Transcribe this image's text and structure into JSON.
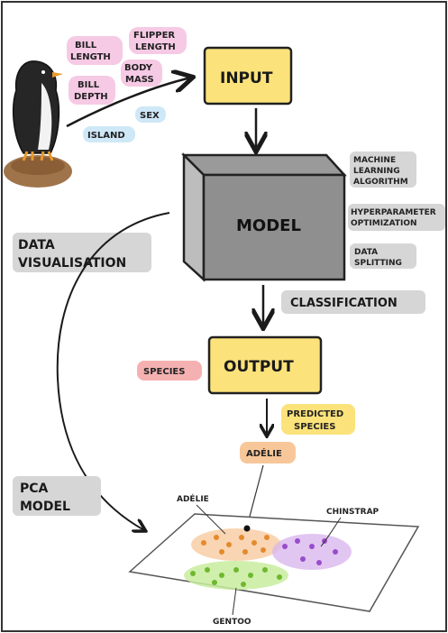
{
  "features": {
    "bill_length": [
      "BILL",
      "LENGTH"
    ],
    "flipper_length": [
      "FLIPPER",
      "LENGTH"
    ],
    "bill_depth": [
      "BILL",
      "DEPTH"
    ],
    "body_mass": [
      "BODY",
      "MASS"
    ],
    "sex": "SEX",
    "island": "ISLAND"
  },
  "boxes": {
    "input": "INPUT",
    "model": "MODEL",
    "output": "OUTPUT"
  },
  "model_notes": {
    "ml": [
      "MACHINE",
      "LEARNING",
      "ALGORITHM"
    ],
    "hpo": [
      "HYPERPARAMETER",
      "OPTIMIZATION"
    ],
    "split": [
      "DATA",
      "SPLITTING"
    ]
  },
  "side_labels": {
    "data_vis": [
      "DATA",
      "VISUALISATION"
    ],
    "pca": [
      "PCA",
      "MODEL"
    ],
    "classification": "CLASSIFICATION",
    "species": "SPECIES",
    "predicted": [
      "PREDICTED",
      "SPECIES"
    ],
    "adelie_tag": "ADÉLIE"
  },
  "pca_labels": {
    "adelie": "ADÉLIE",
    "chinstrap": "CHINSTRAP",
    "gentoo": "GENTOO"
  },
  "colors": {
    "pink": "#f6c9e4",
    "blue": "#cfe8f7",
    "yellow": "#fbe27a",
    "orange": "#f7c79a",
    "purple_text": "#7d3aa8",
    "green_text": "#5a8a2a",
    "orange_text": "#d9822b",
    "gray_label": "#cfcfcf",
    "red_tag": "#f3a3a3"
  }
}
